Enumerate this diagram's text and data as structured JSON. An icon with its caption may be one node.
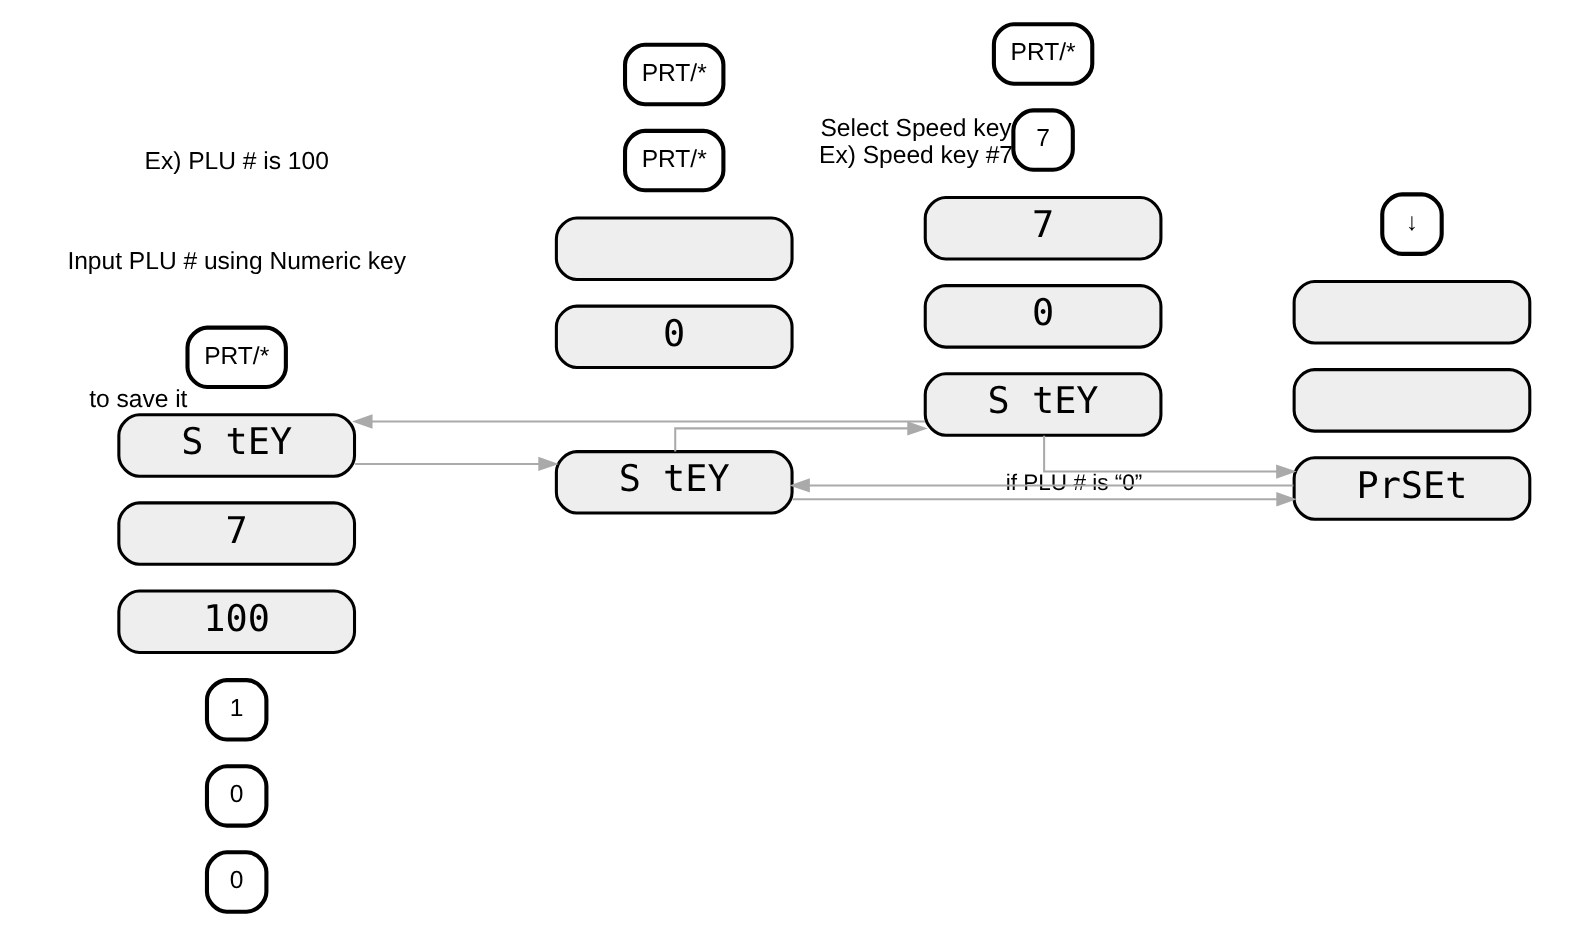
{
  "diagram": {
    "nodes": [
      {
        "text": [
          "↓"
        ]
      },
      {
        "text": [
          "PRT/*"
        ]
      },
      {
        "text": [
          "PRT/*"
        ]
      },
      {
        "text": [
          "PRT/*"
        ]
      },
      {
        "text": [
          "PrSEt"
        ]
      },
      {
        "text": [],
        "shape": "box"
      },
      {
        "text": [],
        "shape": "box"
      },
      {
        "text": [
          "S tEY"
        ]
      },
      {
        "text": [],
        "shape": "box"
      },
      {
        "text": [
          "0"
        ]
      },
      {
        "text": [
          "7"
        ],
        "beside": [
          "Select Speed key",
          "Ex) Speed key #7"
        ]
      },
      {
        "text": [
          "S tEY"
        ]
      },
      {
        "text": [
          "7"
        ]
      },
      {
        "text": [
          "0"
        ]
      },
      {
        "text": [
          "PRT/*"
        ],
        "beside": [
          "to save it"
        ]
      },
      {
        "text": [
          "S tEY"
        ]
      },
      {
        "text": [
          "7"
        ]
      },
      {
        "text": [
          "100"
        ]
      },
      {
        "text": [
          "1"
        ]
      },
      {
        "text": [
          "0"
        ]
      },
      {
        "text": [
          "0"
        ]
      }
    ],
    "edges": [
      {
        "from": 4,
        "to": 7,
        "arrow": "to"
      },
      {
        "from": 7,
        "to": 4,
        "arrow": "to"
      },
      {
        "from": 11,
        "to": 4,
        "arrow": "to",
        "label": "if PLU # is “0”"
      },
      {
        "from": 7,
        "to": 11,
        "arrow": "to"
      },
      {
        "from": 11,
        "to": 15,
        "arrow": "to"
      },
      {
        "from": 15,
        "to": 7,
        "arrow": "to"
      }
    ],
    "labels": [
      "Input PLU # using Numeric key",
      "Ex) PLU # is 100"
    ]
  }
}
